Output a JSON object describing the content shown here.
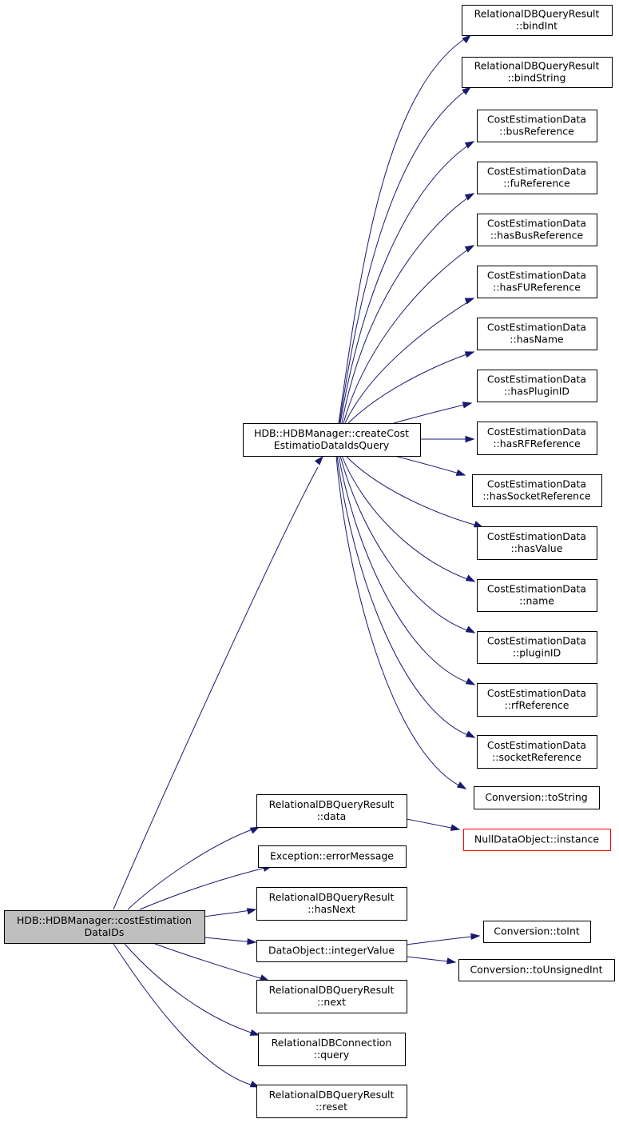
{
  "nodes": [
    {
      "id": "root",
      "lines": [
        "HDB::HDBManager::costEstimation",
        "DataIDs"
      ],
      "style": "root"
    },
    {
      "id": "create",
      "lines": [
        "HDB::HDBManager::createCost",
        "EstimatioDataIdsQuery"
      ],
      "style": "normal"
    },
    {
      "id": "bindInt",
      "lines": [
        "RelationalDBQueryResult",
        "::bindInt"
      ],
      "style": "normal"
    },
    {
      "id": "bindString",
      "lines": [
        "RelationalDBQueryResult",
        "::bindString"
      ],
      "style": "normal"
    },
    {
      "id": "busReference",
      "lines": [
        "CostEstimationData",
        "::busReference"
      ],
      "style": "normal"
    },
    {
      "id": "fuReference",
      "lines": [
        "CostEstimationData",
        "::fuReference"
      ],
      "style": "normal"
    },
    {
      "id": "hasBusReference",
      "lines": [
        "CostEstimationData",
        "::hasBusReference"
      ],
      "style": "normal"
    },
    {
      "id": "hasFUReference",
      "lines": [
        "CostEstimationData",
        "::hasFUReference"
      ],
      "style": "normal"
    },
    {
      "id": "hasName",
      "lines": [
        "CostEstimationData",
        "::hasName"
      ],
      "style": "normal"
    },
    {
      "id": "hasPluginID",
      "lines": [
        "CostEstimationData",
        "::hasPluginID"
      ],
      "style": "normal"
    },
    {
      "id": "hasRFReference",
      "lines": [
        "CostEstimationData",
        "::hasRFReference"
      ],
      "style": "normal"
    },
    {
      "id": "hasSocketReference",
      "lines": [
        "CostEstimationData",
        "::hasSocketReference"
      ],
      "style": "normal"
    },
    {
      "id": "hasValue",
      "lines": [
        "CostEstimationData",
        "::hasValue"
      ],
      "style": "normal"
    },
    {
      "id": "name",
      "lines": [
        "CostEstimationData",
        "::name"
      ],
      "style": "normal"
    },
    {
      "id": "pluginID",
      "lines": [
        "CostEstimationData",
        "::pluginID"
      ],
      "style": "normal"
    },
    {
      "id": "rfReference",
      "lines": [
        "CostEstimationData",
        "::rfReference"
      ],
      "style": "normal"
    },
    {
      "id": "socketReference",
      "lines": [
        "CostEstimationData",
        "::socketReference"
      ],
      "style": "normal"
    },
    {
      "id": "toString",
      "lines": [
        "Conversion::toString"
      ],
      "style": "normal"
    },
    {
      "id": "data",
      "lines": [
        "RelationalDBQueryResult",
        "::data"
      ],
      "style": "normal"
    },
    {
      "id": "nullInstance",
      "lines": [
        "NullDataObject::instance"
      ],
      "style": "red"
    },
    {
      "id": "errorMessage",
      "lines": [
        "Exception::errorMessage"
      ],
      "style": "normal"
    },
    {
      "id": "hasNext",
      "lines": [
        "RelationalDBQueryResult",
        "::hasNext"
      ],
      "style": "normal"
    },
    {
      "id": "integerValue",
      "lines": [
        "DataObject::integerValue"
      ],
      "style": "normal"
    },
    {
      "id": "toInt",
      "lines": [
        "Conversion::toInt"
      ],
      "style": "normal"
    },
    {
      "id": "toUnsignedInt",
      "lines": [
        "Conversion::toUnsignedInt"
      ],
      "style": "normal"
    },
    {
      "id": "next",
      "lines": [
        "RelationalDBQueryResult",
        "::next"
      ],
      "style": "normal"
    },
    {
      "id": "query",
      "lines": [
        "RelationalDBConnection",
        "::query"
      ],
      "style": "normal"
    },
    {
      "id": "reset",
      "lines": [
        "RelationalDBQueryResult",
        "::reset"
      ],
      "style": "normal"
    }
  ],
  "edges": [
    [
      "root",
      "create"
    ],
    [
      "root",
      "data"
    ],
    [
      "root",
      "errorMessage"
    ],
    [
      "root",
      "hasNext"
    ],
    [
      "root",
      "integerValue"
    ],
    [
      "root",
      "next"
    ],
    [
      "root",
      "query"
    ],
    [
      "root",
      "reset"
    ],
    [
      "create",
      "bindInt"
    ],
    [
      "create",
      "bindString"
    ],
    [
      "create",
      "busReference"
    ],
    [
      "create",
      "fuReference"
    ],
    [
      "create",
      "hasBusReference"
    ],
    [
      "create",
      "hasFUReference"
    ],
    [
      "create",
      "hasName"
    ],
    [
      "create",
      "hasPluginID"
    ],
    [
      "create",
      "hasRFReference"
    ],
    [
      "create",
      "hasSocketReference"
    ],
    [
      "create",
      "hasValue"
    ],
    [
      "create",
      "name"
    ],
    [
      "create",
      "pluginID"
    ],
    [
      "create",
      "rfReference"
    ],
    [
      "create",
      "socketReference"
    ],
    [
      "create",
      "toString"
    ],
    [
      "data",
      "nullInstance"
    ],
    [
      "integerValue",
      "toInt"
    ],
    [
      "integerValue",
      "toUnsignedInt"
    ]
  ],
  "colors": {
    "edge": "#191970",
    "root_fill": "#bfbfbf",
    "missing_border": "#ff0000"
  }
}
